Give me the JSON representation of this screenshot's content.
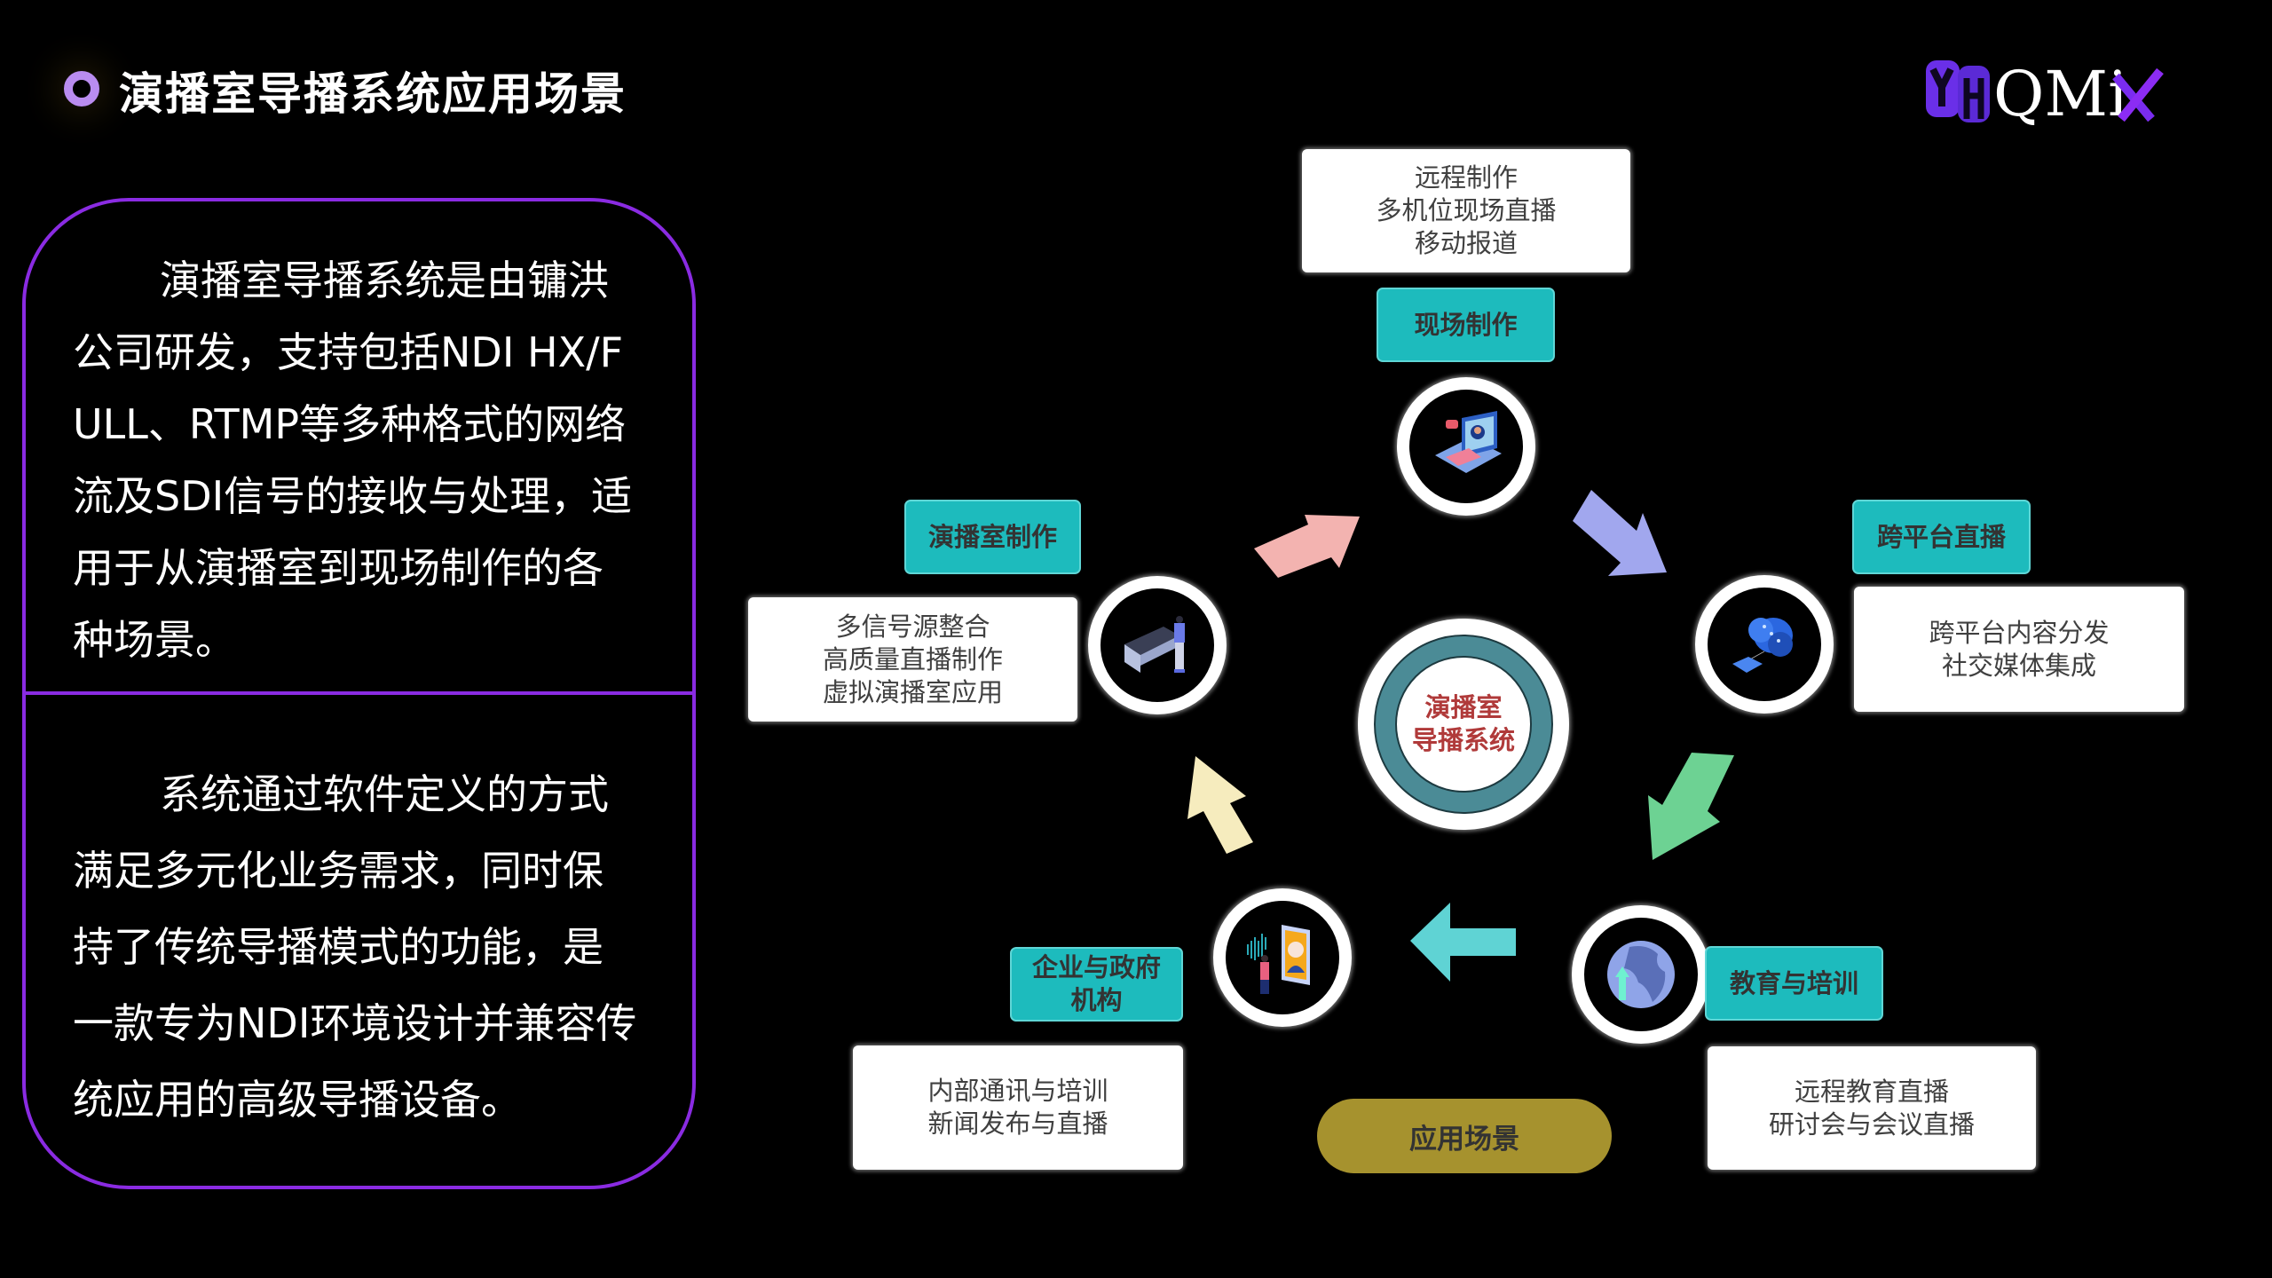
{
  "header": {
    "title": "演播室导播系统应用场景",
    "logo_text": "YHQMix"
  },
  "panel": {
    "paragraph_1": "演播室导播系统是由镛洪公司研发，支持包括NDI HX/FULL、RTMP等多种格式的网络流及SDI信号的接收与处理，适用于从演播室到现场制作的各种场景。",
    "paragraph_2": "系统通过软件定义的方式满足多元化业务需求，同时保持了传统导播模式的功能，是一款专为NDI环境设计并兼容传统应用的高级导播设备。"
  },
  "diagram": {
    "center": {
      "line1": "演播室",
      "line2": "导播系统"
    },
    "footer_label": "应用场景",
    "nodes": {
      "field": {
        "label": "现场制作",
        "details": [
          "远程制作",
          "多机位现场直播",
          "移动报道"
        ],
        "icon": "laptop-video-icon"
      },
      "cross_platform": {
        "label": "跨平台直播",
        "details": [
          "跨平台内容分发",
          "社交媒体集成"
        ],
        "icon": "cloud-device-icon"
      },
      "education": {
        "label": "教育与培训",
        "details": [
          "远程教育直播",
          "研讨会与会议直播"
        ],
        "icon": "globe-icon"
      },
      "enterprise": {
        "label_line1": "企业与政府",
        "label_line2": "机构",
        "details": [
          "内部通讯与培训",
          "新闻发布与直播"
        ],
        "icon": "video-call-person-icon"
      },
      "studio": {
        "label": "演播室制作",
        "details": [
          "多信号源整合",
          "高质量直播制作",
          "虚拟演播室应用"
        ],
        "icon": "console-operator-icon"
      }
    },
    "arrow_colors": {
      "studio_to_field": "#f3b3b0",
      "field_to_cross": "#a1a7ee",
      "cross_to_education": "#6dd293",
      "education_to_enterprise": "#5fd3d4",
      "enterprise_to_studio": "#f6ecbe"
    }
  },
  "colors": {
    "background": "#000000",
    "panel_border": "#8a2be2",
    "teal_label": "#1dbbbd",
    "pill": "#a6922e",
    "center_ring": "#4b8b96",
    "center_text": "#b03a3a"
  }
}
